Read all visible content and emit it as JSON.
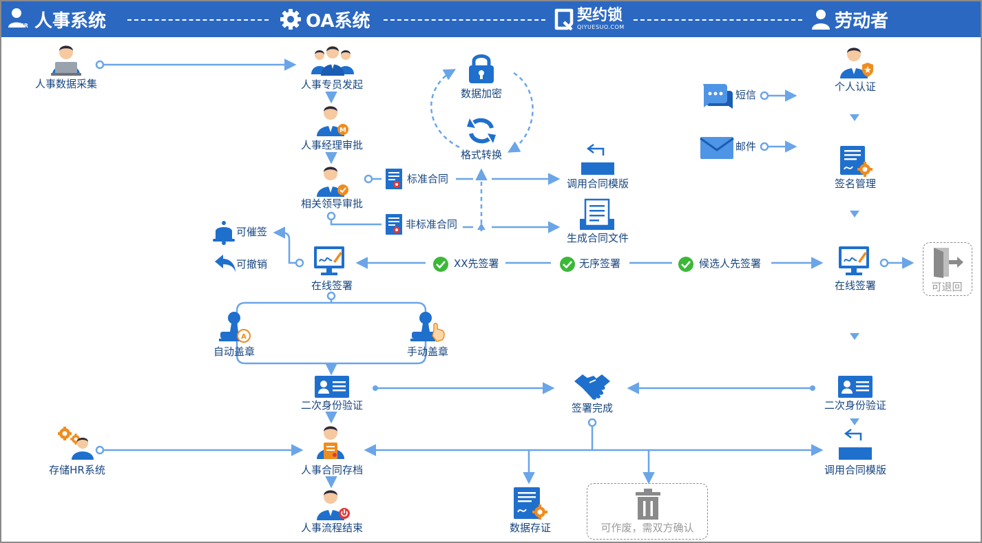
{
  "header": {
    "hr": "人事系统",
    "hr_badge": "HR",
    "oa": "OA系统",
    "brand": "契约锁",
    "brand_sub": "QIYUESUO.COM",
    "worker": "劳动者"
  },
  "hr_flow": {
    "collect": "人事数据采集",
    "initiate": "人事专员发起",
    "manager": "人事经理审批",
    "leader": "相关领导审批",
    "standard": "标准合同",
    "nonstandard": "非标准合同",
    "remind": "可催签",
    "revoke": "可撤销",
    "online_sign": "在线签署",
    "auto_seal": "自动盖章",
    "manual_seal": "手动盖章",
    "second_id": "二次身份验证",
    "store_hr": "存储HR系统",
    "archive": "人事合同存档",
    "end": "人事流程结束"
  },
  "platform": {
    "encrypt": "数据加密",
    "convert": "格式转换",
    "template": "调用合同模版",
    "generate": "生成合同文件",
    "order_xx": "XX先签署",
    "order_none": "无序签署",
    "order_candidate": "候选人先签署",
    "complete": "签署完成",
    "evidence": "数据存证",
    "void": "可作废，需双方确认"
  },
  "worker_flow": {
    "sms": "短信",
    "email": "邮件",
    "auth": "个人认证",
    "sign_mgmt": "签名管理",
    "online_sign": "在线签署",
    "return": "可退回",
    "second_id": "二次身份验证",
    "template": "调用合同模版"
  },
  "colors": {
    "header_bg": "#2b68c2",
    "primary": "#1f6fcd",
    "line": "#6aa5e8",
    "label": "#17457f",
    "check": "#3cb838",
    "orange": "#f08c1e",
    "gray": "#8a8a8a"
  }
}
